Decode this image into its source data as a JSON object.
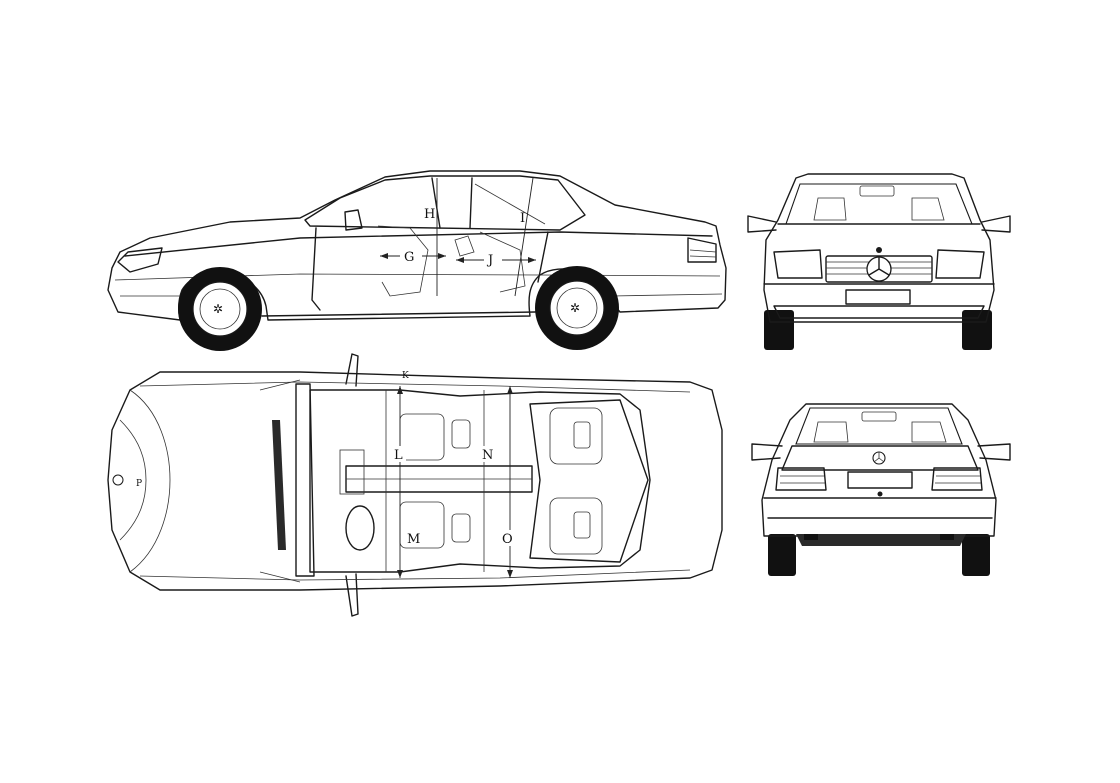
{
  "labels": {
    "G": "G",
    "H": "H",
    "I": "I",
    "J": "J",
    "K": "K",
    "L": "L",
    "M": "M",
    "N": "N",
    "O": "O",
    "P": "P"
  },
  "colors": {
    "line": "#1a1a1a",
    "background": "#ffffff",
    "tyre": "#111111"
  }
}
